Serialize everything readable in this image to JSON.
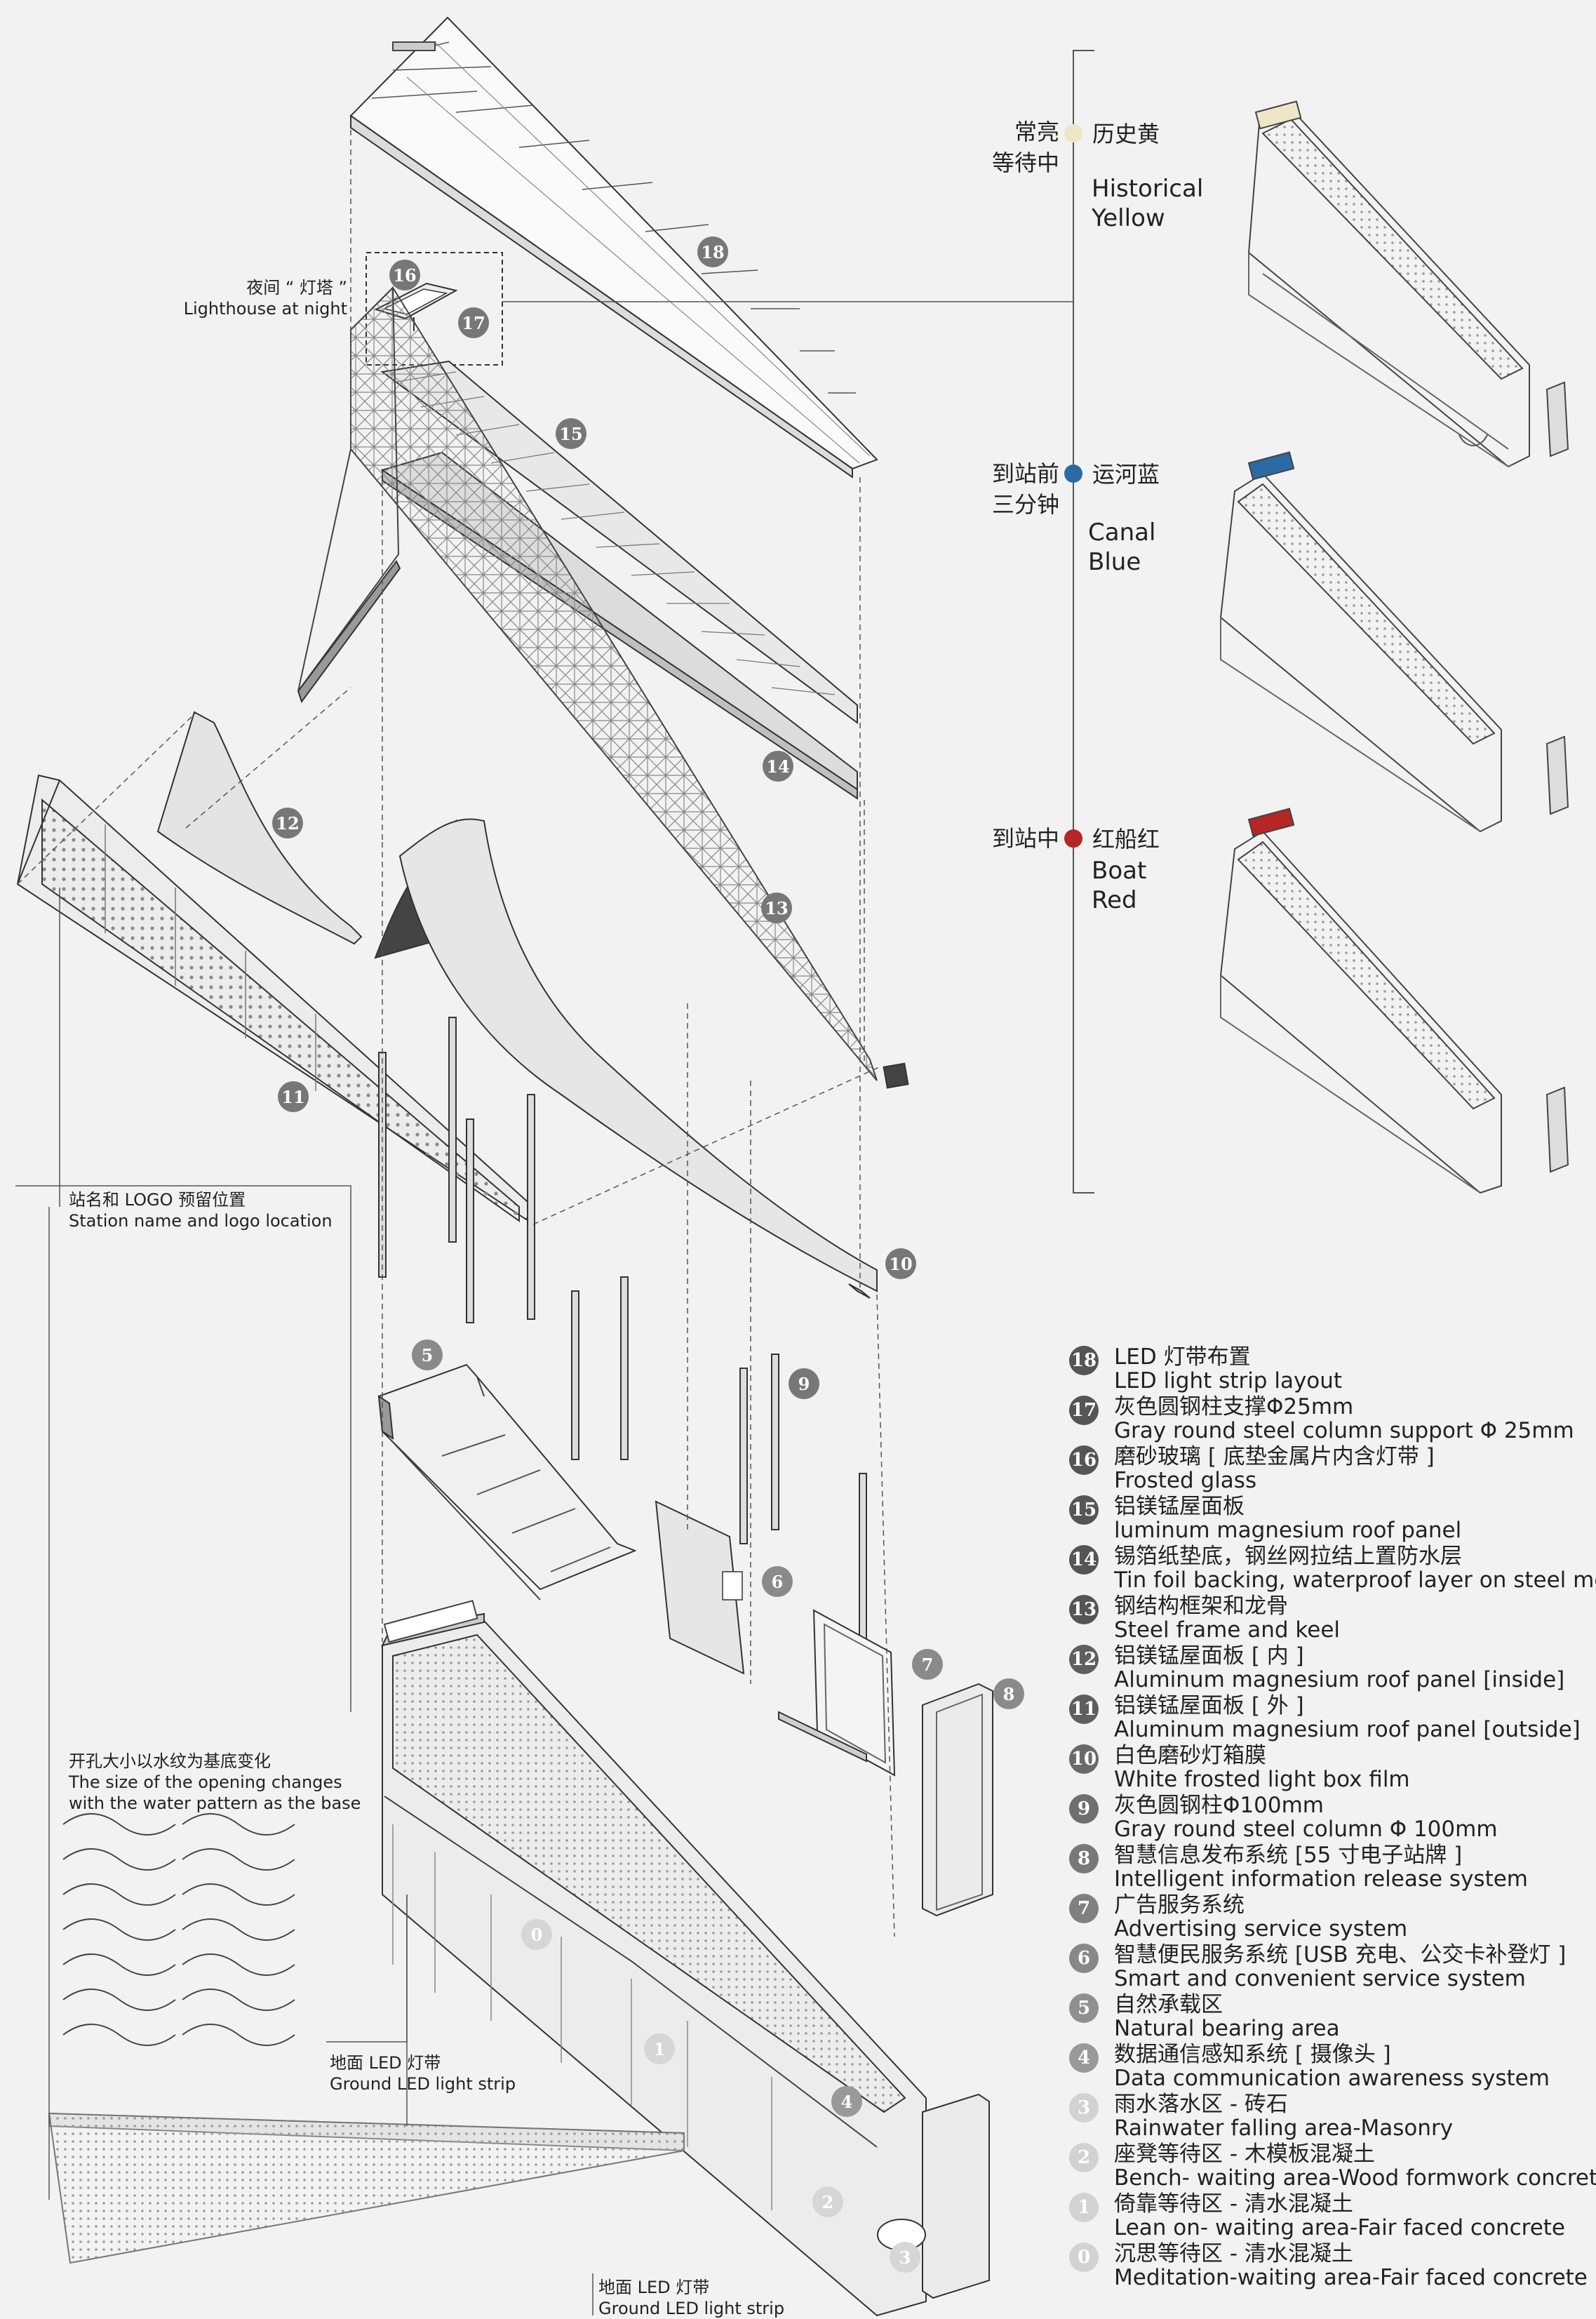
{
  "callouts": {
    "lighthouse": {
      "cn": "夜间 “ 灯塔 ”",
      "en": "Lighthouse at night"
    },
    "station_logo": {
      "cn": "站名和 LOGO 预留位置",
      "en": "Station name and logo  location"
    },
    "opening": {
      "cn": "开孔大小以水纹为基底变化",
      "en1": "The size of the opening changes",
      "en2": "with the water pattern as the base"
    },
    "ground_led_1": {
      "cn": "地面 LED 灯带",
      "en": "Ground LED light strip"
    },
    "ground_led_2": {
      "cn": "地面 LED 灯带",
      "en": "Ground LED light strip"
    }
  },
  "states": [
    {
      "cn1": "常亮",
      "cn2": "等待中",
      "color_cn": "历史黄",
      "en1": "Historical",
      "en2": "Yellow",
      "dot": "#efe6c8"
    },
    {
      "cn1": "到站前",
      "cn2": "三分钟",
      "color_cn": "运河蓝",
      "en1": "Canal",
      "en2": "Blue",
      "dot": "#2b6aa3"
    },
    {
      "cn1": "到站中",
      "cn2": "",
      "color_cn": "红船红",
      "en1": "Boat",
      "en2": "Red",
      "dot": "#b52626"
    }
  ],
  "markers": [
    {
      "num": "18"
    },
    {
      "num": "16"
    },
    {
      "num": "17"
    },
    {
      "num": "15"
    },
    {
      "num": "14"
    },
    {
      "num": "12"
    },
    {
      "num": "13"
    },
    {
      "num": "11"
    },
    {
      "num": "10"
    },
    {
      "num": "5"
    },
    {
      "num": "9"
    },
    {
      "num": "6"
    },
    {
      "num": "7"
    },
    {
      "num": "8"
    },
    {
      "num": "0"
    },
    {
      "num": "1"
    },
    {
      "num": "4"
    },
    {
      "num": "2"
    },
    {
      "num": "3"
    }
  ],
  "legend": [
    {
      "num": "18",
      "cn": "LED 灯带布置",
      "en": "LED light strip layout",
      "shade": "#555555"
    },
    {
      "num": "17",
      "cn": "灰色圆钢柱支撑Φ25mm",
      "en": "Gray round steel column support Φ 25mm",
      "shade": "#555555"
    },
    {
      "num": "16",
      "cn": "磨砂玻璃 [ 底垫金属片内含灯带 ]",
      "en": "Frosted glass",
      "shade": "#555555"
    },
    {
      "num": "15",
      "cn": "铝镁锰屋面板",
      "en": "luminum magnesium roof panel",
      "shade": "#555555"
    },
    {
      "num": "14",
      "cn": "锡箔纸垫底，钢丝网拉结上置防水层",
      "en": "Tin foil backing, waterproof layer on steel mesh",
      "shade": "#555555"
    },
    {
      "num": "13",
      "cn": "钢结构框架和龙骨",
      "en": "Steel frame and keel",
      "shade": "#555555"
    },
    {
      "num": "12",
      "cn": "铝镁锰屋面板 [ 内 ]",
      "en": "Aluminum magnesium roof panel [inside]",
      "shade": "#5f5f5f"
    },
    {
      "num": "11",
      "cn": "铝镁锰屋面板 [ 外 ]",
      "en": "Aluminum magnesium roof panel [outside]",
      "shade": "#5f5f5f"
    },
    {
      "num": "10",
      "cn": "白色磨砂灯箱膜",
      "en": "White frosted light box film",
      "shade": "#6a6a6a"
    },
    {
      "num": "9",
      "cn": "灰色圆钢柱Φ100mm",
      "en": "Gray round steel column Φ 100mm",
      "shade": "#6f6f6f"
    },
    {
      "num": "8",
      "cn": "智慧信息发布系统 [55 寸电子站牌 ]",
      "en": "Intelligent information release system",
      "shade": "#787878"
    },
    {
      "num": "7",
      "cn": "广告服务系统",
      "en": "Advertising service system",
      "shade": "#808080"
    },
    {
      "num": "6",
      "cn": "智慧便民服务系统 [USB 充电、公交卡补登灯 ]",
      "en": "Smart and convenient service system",
      "shade": "#888888"
    },
    {
      "num": "5",
      "cn": "自然承载区",
      "en": "Natural bearing area",
      "shade": "#909090"
    },
    {
      "num": "4",
      "cn": "数据通信感知系统 [ 摄像头 ]",
      "en": "Data communication awareness system",
      "shade": "#999999"
    },
    {
      "num": "3",
      "cn": "雨水落水区 - 砖石",
      "en": "Rainwater falling area-Masonry",
      "shade": "#d2d2d2"
    },
    {
      "num": "2",
      "cn": "座凳等待区 - 木模板混凝土",
      "en": "Bench- waiting area-Wood formwork concrete",
      "shade": "#d2d2d2"
    },
    {
      "num": "1",
      "cn": "倚靠等待区 - 清水混凝土",
      "en": "Lean on- waiting area-Fair faced concrete",
      "shade": "#d2d2d2"
    },
    {
      "num": "0",
      "cn": "沉思等待区 - 清水混凝土",
      "en": "Meditation-waiting area-Fair faced concrete",
      "shade": "#d2d2d2"
    }
  ]
}
